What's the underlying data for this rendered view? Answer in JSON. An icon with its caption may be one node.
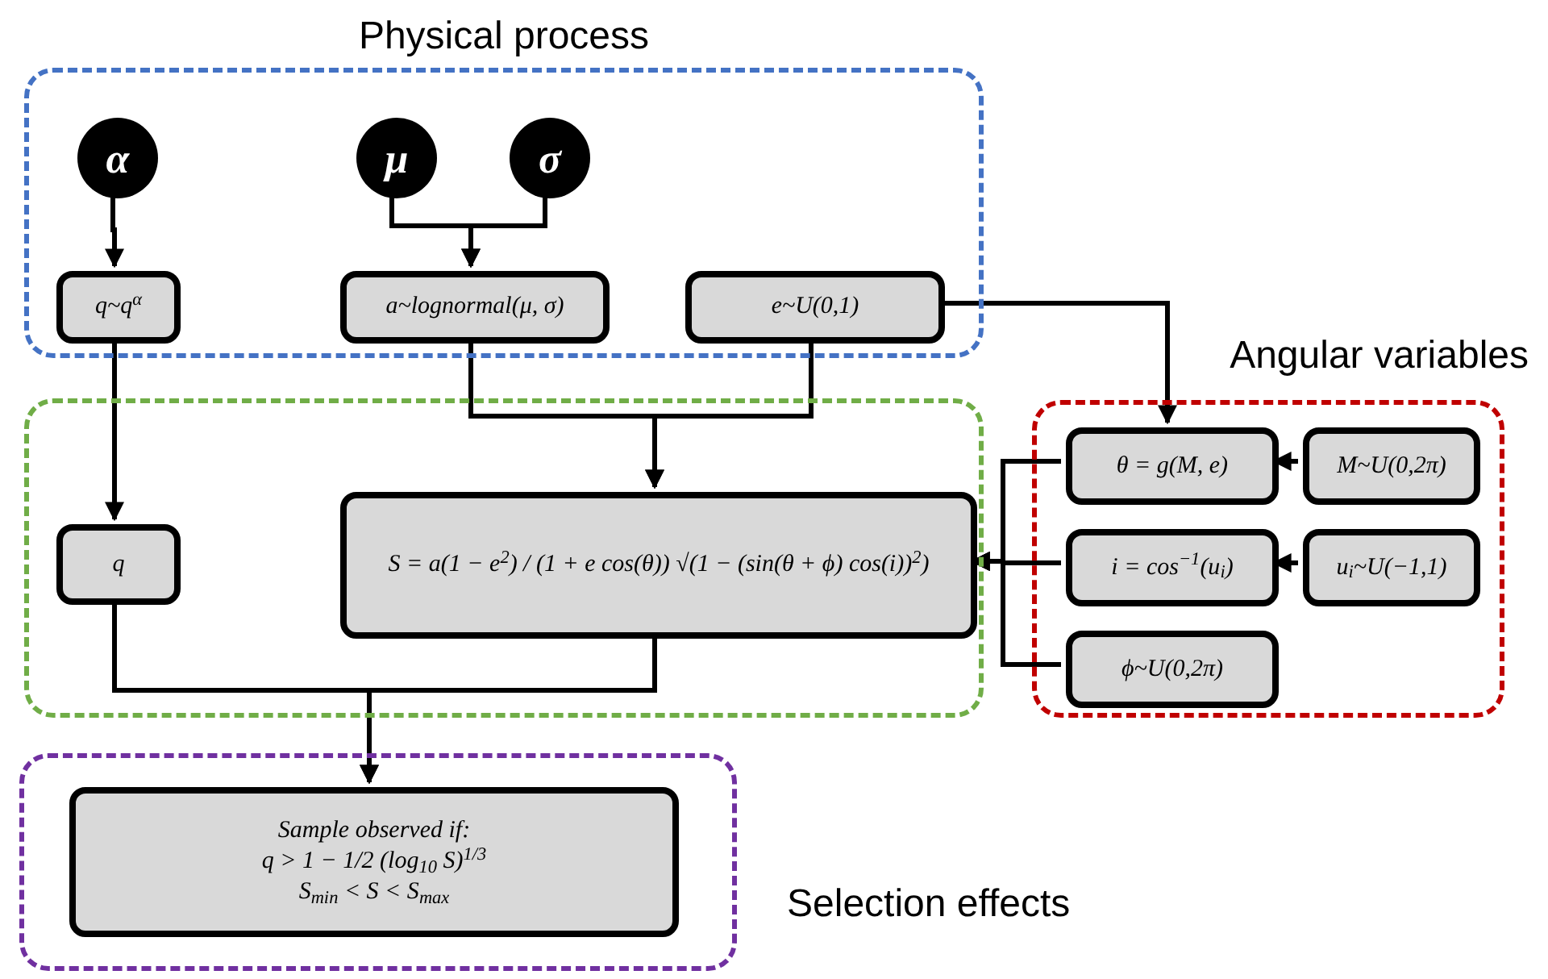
{
  "diagram": {
    "nodes": [
      {
        "text": [
          "Physical process"
        ]
      },
      {
        "text": [
          "α"
        ],
        "in": 0
      },
      {
        "text": [
          "μ"
        ],
        "in": 0
      },
      {
        "text": [
          "σ"
        ],
        "in": 0
      },
      {
        "text": [
          "q~q$^{α}$"
        ],
        "in": 0
      },
      {
        "text": [
          "a~lognormal(μ, σ)"
        ],
        "in": 0
      },
      {
        "text": [
          "e~U(0,1)"
        ],
        "in": 0
      },
      {
        "text": [],
        "shape": "box"
      },
      {
        "text": [
          "q"
        ],
        "in": 7
      },
      {
        "text": [
          "S = a(1 − e$^{2}$) / (1 + e cos(θ)) √(1 − (sin(θ + ϕ) cos(i))$^{2}$)"
        ],
        "in": 7
      },
      {
        "text": [
          "Angular variables"
        ]
      },
      {
        "text": [
          "θ = g(M, e)"
        ],
        "in": 10
      },
      {
        "text": [
          "M~U(0,2π)"
        ],
        "in": 10
      },
      {
        "text": [
          "i = cos$^{−1}$(u$_{i}$)"
        ],
        "in": 10
      },
      {
        "text": [
          "u$_{i}$~U(−1,1)"
        ],
        "in": 10
      },
      {
        "text": [
          "ϕ~U(0,2π)"
        ],
        "in": 10
      },
      {
        "text": [
          "Selection effects"
        ]
      },
      {
        "text": [
          "Sample observed if:",
          "q > 1 − 1/2 (log$_{10}$ S)$^{1/3}$",
          "S$_{min}$ < S < S$_{max}$"
        ],
        "in": 16
      }
    ],
    "edges": [
      {
        "from": 1,
        "to": 4,
        "arrow": "to"
      },
      {
        "from": 2,
        "to": 5,
        "arrow": "to"
      },
      {
        "from": 3,
        "to": 5,
        "arrow": "to"
      },
      {
        "from": 4,
        "to": 8,
        "arrow": "to"
      },
      {
        "from": 5,
        "to": 9,
        "arrow": "to"
      },
      {
        "from": 6,
        "to": 9,
        "arrow": "to"
      },
      {
        "from": 6,
        "to": 11,
        "arrow": "to"
      },
      {
        "from": 12,
        "to": 11,
        "arrow": "to"
      },
      {
        "from": 14,
        "to": 13,
        "arrow": "to"
      },
      {
        "from": 11,
        "to": 9,
        "arrow": "to"
      },
      {
        "from": 13,
        "to": 9,
        "arrow": "to"
      },
      {
        "from": 15,
        "to": 9,
        "arrow": "to"
      },
      {
        "from": 8,
        "to": 17,
        "arrow": "to"
      },
      {
        "from": 9,
        "to": 17,
        "arrow": "to"
      }
    ]
  }
}
